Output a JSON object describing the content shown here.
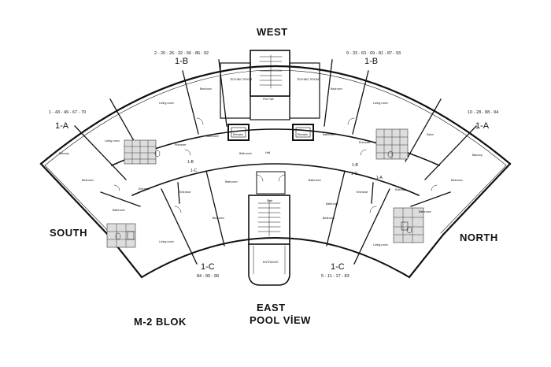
{
  "orientation": {
    "west": "WEST",
    "east": "EAST",
    "south": "SOUTH",
    "north": "NORTH"
  },
  "block": "M-2 BLOK",
  "pool_view": "POOL VİEW",
  "units": {
    "west_left": {
      "type": "1-B",
      "numbers": "2 - 20 - 26 - 32 - 56 - 86 - 92"
    },
    "west_right": {
      "type": "1-B",
      "numbers": "9 - 33 - 63 - 69 - 81 - 87 - 93"
    },
    "south_west": {
      "type": "1-A",
      "numbers": "1 - 43 - 49 - 67 - 79"
    },
    "north_west": {
      "type": "1-A",
      "numbers": "10 - 28 - 88 - 94"
    },
    "south_east": {
      "type": "1-C",
      "numbers": "84 - 90 - 96"
    },
    "north_east": {
      "type": "1-C",
      "numbers": "5 - 11 - 17 - 83"
    }
  },
  "inner_tags": {
    "t1": "1-C",
    "t2": "1-B",
    "t3": "1-C",
    "t4": "1-B",
    "t5": "1-A"
  },
  "rooms": {
    "technic_l": "TECHNIC ROOM",
    "technic_r": "TECHNIC ROOM",
    "fire_hall": "Fire Hall",
    "hall": "Hall",
    "stair": "Stair",
    "entrance_main": "ENTRANCE",
    "elev_l": "Elevator",
    "elev_r": "Elevator",
    "bed_wl": "Bedroom",
    "bed_wr": "Bedroom",
    "living_wl": "Living room",
    "living_wr": "Living room",
    "bath_wl": "Bathroom",
    "bath_wr": "Bathroom",
    "ent_wl": "Entrance",
    "ent_wr": "Entrance",
    "living_sw": "Living room",
    "salon_nw": "Salon",
    "balcony_sw": "Balcony",
    "balcony_nw": "Balcony",
    "bed_sw": "Bedroom",
    "bed_nw": "Bedroom",
    "ent_sw": "Entrance",
    "ent_nw": "Entrance",
    "bath_sw": "Bathroom",
    "bath_nw": "Bathroom",
    "bath_el": "Bathroom",
    "bath_er": "Bathroom",
    "ent_el": "Entrance",
    "ent_er": "Entrance",
    "bed_el": "Bedroom",
    "bed_er": "Bedroom",
    "living_el": "Living room",
    "living_er": "Living room",
    "bath_c1": "Bathroom",
    "bath_c2": "Bathroom"
  }
}
